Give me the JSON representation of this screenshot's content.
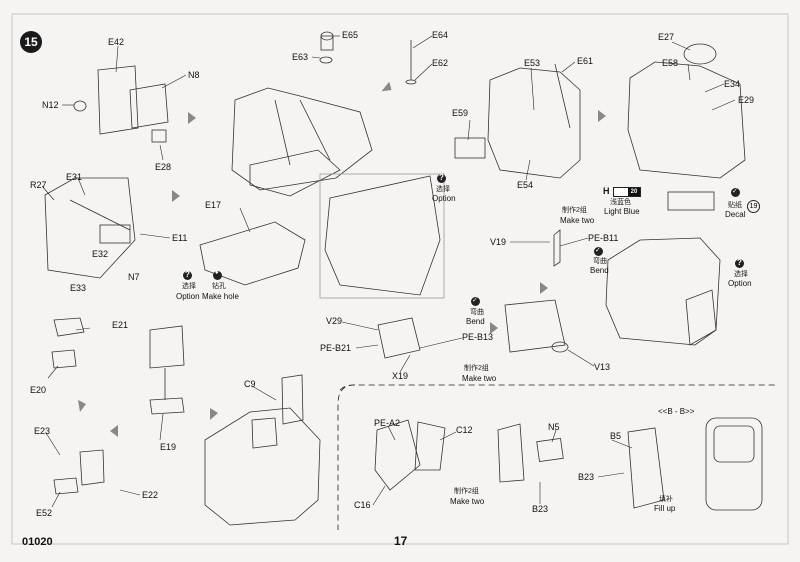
{
  "step": {
    "number": "15"
  },
  "footer": {
    "product_code": "01020",
    "page_number": "17"
  },
  "parts": {
    "E42": "E42",
    "N8": "N8",
    "N12": "N12",
    "E28": "E28",
    "E65": "E65",
    "E63": "E63",
    "E64": "E64",
    "E62": "E62",
    "E53": "E53",
    "E61": "E61",
    "E59": "E59",
    "E54": "E54",
    "E27": "E27",
    "E58": "E58",
    "E34": "E34",
    "E29": "E29",
    "R27": "R27",
    "E31": "E31",
    "E11": "E11",
    "E32": "E32",
    "E33": "E33",
    "N7": "N7",
    "E17": "E17",
    "E21": "E21",
    "E20": "E20",
    "V29": "V29",
    "PE_B21": "PE-B21",
    "X19": "X19",
    "PE_B13": "PE-B13",
    "V19": "V19",
    "PE_B11": "PE-B11",
    "V13": "V13",
    "C9": "C9",
    "E19": "E19",
    "E23": "E23",
    "E52": "E52",
    "E22": "E22",
    "PE_A2": "PE-A2",
    "C12": "C12",
    "C16": "C16",
    "N5": "N5",
    "B23a": "B23",
    "B5": "B5",
    "B23b": "B23"
  },
  "notes": {
    "option1_zh": "选择",
    "option1_en": "Option",
    "option2_zh": "选择",
    "option2_en": "Option",
    "option3_zh": "选择",
    "option3_en": "Option",
    "makehole_zh": "钻孔",
    "makehole_en": "Make hole",
    "maketwo1_zh": "制作2组",
    "maketwo1_en": "Make two",
    "maketwo2_zh": "制作2组",
    "maketwo2_en": "Make two",
    "maketwo3_zh": "制作2组",
    "maketwo3_en": "Make two",
    "bend1_zh": "弯曲",
    "bend1_en": "Bend",
    "bend2_zh": "弯曲",
    "bend2_en": "Bend",
    "paint_code": "H",
    "paint_num": "20",
    "paint_zh": "浅蓝色",
    "paint_en": "Light Blue",
    "decal_zh": "贴纸",
    "decal_en": "Decal",
    "decal_num": "19",
    "section": "<<B - B>>",
    "fillup_zh": "填补",
    "fillup_en": "Fill up"
  },
  "colors": {
    "ink": "#1a1a1a",
    "paper": "#f5f4f2",
    "line": "#3a3a3a"
  }
}
